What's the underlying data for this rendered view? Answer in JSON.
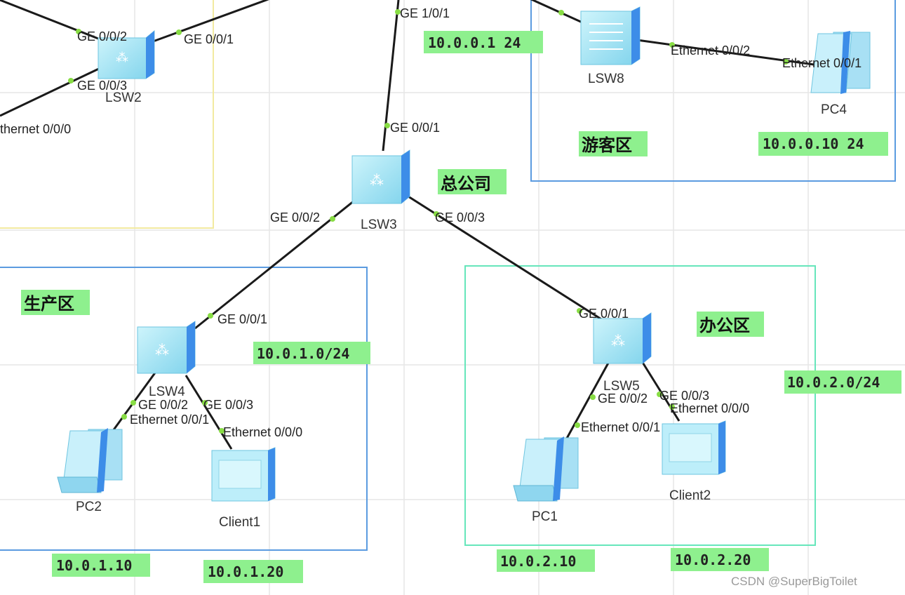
{
  "topology": {
    "areas": {
      "headquarters": "总公司",
      "guest": "游客区",
      "production": "生产区",
      "office": "办公区"
    },
    "devices": {
      "lsw2": "LSW2",
      "lsw3": "LSW3",
      "lsw4": "LSW4",
      "lsw5": "LSW5",
      "lsw8": "LSW8",
      "pc1": "PC1",
      "pc2": "PC2",
      "pc4": "PC4",
      "client1": "Client1",
      "client2": "Client2"
    },
    "ports": {
      "lsw2_ge002": "GE 0/0/2",
      "lsw2_ge001": "GE 0/0/1",
      "lsw2_ge003": "GE 0/0/3",
      "edge_eth000": "thernet 0/0/0",
      "top_ge101": "GE 1/0/1",
      "lsw3_ge001": "GE 0/0/1",
      "lsw3_ge002": "GE 0/0/2",
      "lsw3_ge003": "GE 0/0/3",
      "lsw8_eth002": "Ethernet 0/0/2",
      "pc4_eth001": "Ethernet 0/0/1",
      "lsw4_ge001": "GE 0/0/1",
      "lsw4_ge002": "GE 0/0/2",
      "lsw4_ge003": "GE 0/0/3",
      "pc2_eth001": "Ethernet 0/0/1",
      "client1_eth000": "Ethernet 0/0/0",
      "lsw5_ge001": "GE 0/0/1",
      "lsw5_ge002": "GE 0/0/2",
      "lsw5_ge003": "GE 0/0/3",
      "pc1_eth001": "Ethernet 0/0/1",
      "client2_eth000": "Ethernet 0/0/0"
    },
    "ips": {
      "top_link": "10.0.0.1 24",
      "pc4": "10.0.0.10 24",
      "production_net": "10.0.1.0/24",
      "office_net": "10.0.2.0/24",
      "pc2": "10.0.1.10",
      "client1": "10.0.1.20",
      "pc1": "10.0.2.10",
      "client2": "10.0.2.20"
    }
  },
  "watermark": "CSDN @SuperBigToilet",
  "colors": {
    "label_bg": "#8ef08e",
    "link": "#1a1a1a",
    "port_dot": "#88dd44",
    "guest_border": "#5b9be0",
    "production_border": "#5b9be0",
    "office_border": "#66e6bb",
    "left_box_border": "#f2eaa0",
    "switch": "#9fe4f4",
    "grid": "#e6e6e6"
  }
}
